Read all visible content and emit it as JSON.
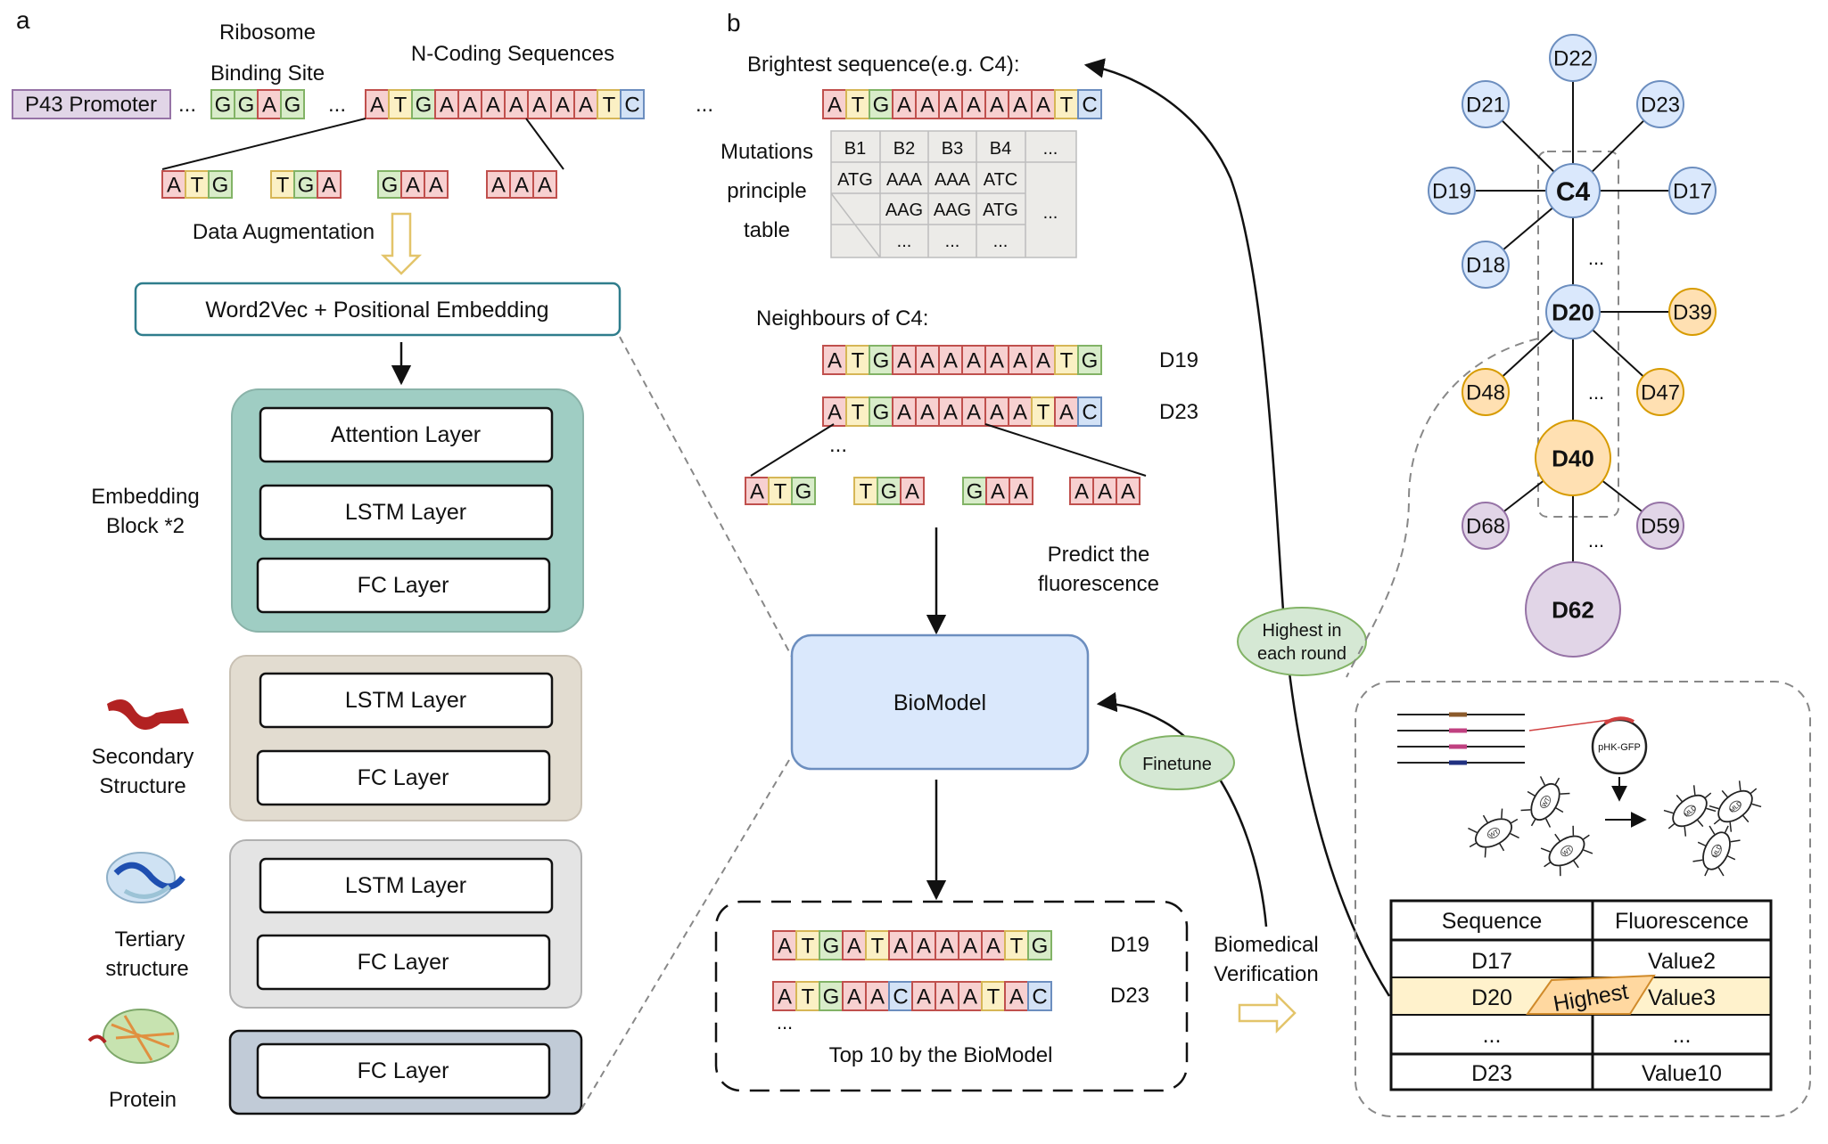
{
  "panel_a": {
    "label": "a",
    "rbs_label_line1": "Ribosome",
    "rbs_label_line2": "Binding Site",
    "ncoding_label": "N-Coding Sequences",
    "promoter": "P43 Promoter",
    "ellipsis": "...",
    "rbs_bases": [
      "G",
      "G",
      "A",
      "G"
    ],
    "ncoding_bases": [
      "A",
      "T",
      "G",
      "A",
      "A",
      "A",
      "A",
      "A",
      "A",
      "A",
      "T",
      "C"
    ],
    "codons": [
      "ATG",
      "TGA",
      "GAA",
      "AAA"
    ],
    "augmentation_label": "Data Augmentation",
    "embedding_box": "Word2Vec + Positional Embedding",
    "embedding_block_label_line1": "Embedding",
    "embedding_block_label_line2": "Block *2",
    "block1_layers": [
      "Attention Layer",
      "LSTM Layer",
      "FC Layer"
    ],
    "block2_layers": [
      "LSTM Layer",
      "FC Layer"
    ],
    "block3_layers": [
      "LSTM Layer",
      "FC Layer"
    ],
    "block4_layers": [
      "FC Layer"
    ],
    "secondary_label_line1": "Secondary",
    "secondary_label_line2": "Structure",
    "tertiary_label_line1": "Tertiary",
    "tertiary_label_line2": "structure",
    "protein_label": "Protein"
  },
  "panel_b": {
    "label": "b",
    "brightest_label": "Brightest sequence(e.g. C4):",
    "brightest_bases": [
      "A",
      "T",
      "G",
      "A",
      "A",
      "A",
      "A",
      "A",
      "A",
      "A",
      "T",
      "C"
    ],
    "mutation_label_line1": "Mutations",
    "mutation_label_line2": "principle",
    "mutation_label_line3": "table",
    "mutation_table": {
      "headers": [
        "B1",
        "B2",
        "B3",
        "B4",
        "..."
      ],
      "row1": [
        "ATG",
        "AAA",
        "AAA",
        "ATC"
      ],
      "row2": [
        "AAG",
        "AAG",
        "ATG"
      ],
      "row3": [
        "...",
        "...",
        "..."
      ],
      "ellipsis": "..."
    },
    "neighbours_label": "Neighbours of C4:",
    "neighbour1": {
      "bases": [
        "A",
        "T",
        "G",
        "A",
        "A",
        "A",
        "A",
        "A",
        "A",
        "A",
        "T",
        "G"
      ],
      "id": "D19"
    },
    "neighbour2": {
      "bases": [
        "A",
        "T",
        "G",
        "A",
        "A",
        "A",
        "A",
        "A",
        "A",
        "T",
        "A",
        "C"
      ],
      "id": "D23"
    },
    "ellipsis": "...",
    "codons": [
      "ATG",
      "TGA",
      "GAA",
      "AAA"
    ],
    "predict_line1": "Predict the",
    "predict_line2": "fluorescence",
    "biomodel": "BioModel",
    "finetune": "Finetune",
    "highest_round_line1": "Highest in",
    "highest_round_line2": "each round",
    "top1": {
      "bases": [
        "A",
        "T",
        "G",
        "A",
        "T",
        "A",
        "A",
        "A",
        "A",
        "A",
        "T",
        "G"
      ],
      "id": "D19"
    },
    "top2": {
      "bases": [
        "A",
        "T",
        "G",
        "A",
        "A",
        "C",
        "A",
        "A",
        "A",
        "T",
        "A",
        "C"
      ],
      "id": "D23"
    },
    "top_caption": "Top 10 by the BioModel",
    "verification_line1": "Biomedical",
    "verification_line2": "Verification"
  },
  "graph": {
    "nodes_blue": [
      "D22",
      "D21",
      "D23",
      "D19",
      "C4",
      "D17",
      "D18",
      "D20"
    ],
    "nodes_orange": [
      "D39",
      "D48",
      "D47",
      "D40"
    ],
    "nodes_purple": [
      "D68",
      "D59",
      "D62"
    ],
    "ellipsis": "..."
  },
  "lab": {
    "plasmid": "pHK-GFP",
    "wt": "WT",
    "mld": "MLD"
  },
  "results_table": {
    "headers": [
      "Sequence",
      "Fluorescence"
    ],
    "rows": [
      [
        "D17",
        "Value2"
      ],
      [
        "D20",
        "Value3"
      ],
      [
        "...",
        "..."
      ],
      [
        "D23",
        "Value10"
      ]
    ],
    "highest_tag": "Highest"
  },
  "colors": {
    "A": "#f7d0d0",
    "T": "#fbf0c4",
    "G": "#d8ecc9",
    "C": "#d3e2f6",
    "A_border": "#c0504d",
    "T_border": "#d6b656",
    "G_border": "#82b366",
    "C_border": "#6c8ebf",
    "block1": "#9fcdc3",
    "block2": "#e2dcd0",
    "block3": "#e4e4e4",
    "block4": "#c1cbd7",
    "node_blue": "#dae8fc",
    "node_orange": "#ffe0b2",
    "node_purple": "#e1d5e7",
    "promoter": "#e1d5e7",
    "green_ellipse": "#d5e8d4",
    "biomodel": "#dae8fc",
    "highlight_row": "#fff2cc"
  }
}
